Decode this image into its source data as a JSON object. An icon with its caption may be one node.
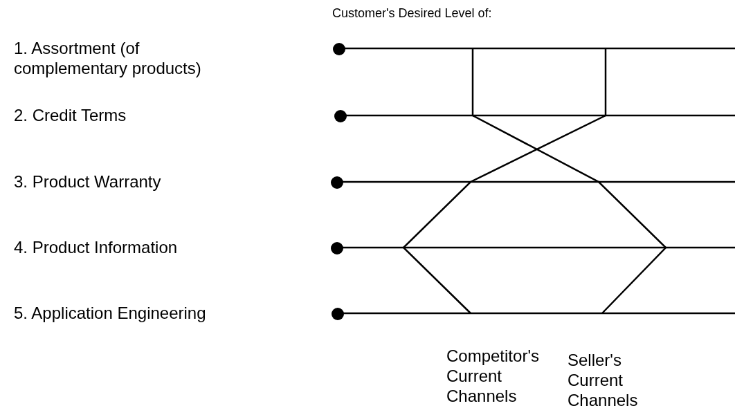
{
  "diagram": {
    "title": "Customer's Desired Level of:",
    "labels": [
      "1. Assortment (of complementary products)",
      "2. Credit Terms",
      "3. Product Warranty",
      "4. Product Information",
      "5. Application Engineering",
      "Competitor's Current Channels",
      "Seller's Current Channels"
    ]
  }
}
